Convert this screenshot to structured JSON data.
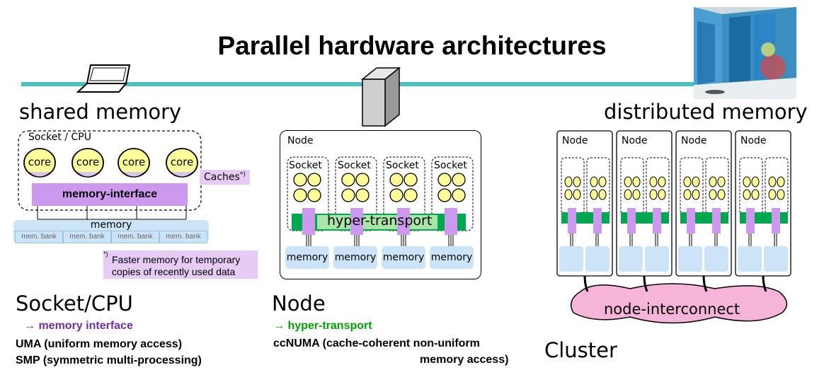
{
  "title": "Parallel hardware architectures",
  "shared": {
    "heading": "shared memory",
    "socket_label": "Socket / CPU",
    "core_label": "core",
    "memory_interface": "memory-interface",
    "caches": "Caches",
    "caches_mark": "*)",
    "memory": "memory",
    "bank": "mem. bank",
    "footnote_mark": "*)",
    "footnote_line1": "Faster memory for temporary",
    "footnote_line2": "copies of recently used data",
    "sub_heading": "Socket/CPU",
    "arrow_text": "→ memory interface",
    "uma": "UMA (uniform memory access)",
    "smp": "SMP (symmetric multi-processing)"
  },
  "node": {
    "node_label": "Node",
    "socket_label": "Socket",
    "hyper": "hyper-transport",
    "memory": "memory",
    "sub_heading": "Node",
    "arrow_text": "→ hyper-transport",
    "ccnuma_1": "ccNUMA (cache-coherent non-uniform",
    "ccnuma_2": "memory access)"
  },
  "distributed": {
    "heading": "distributed memory",
    "node_label": "Node",
    "interconnect": "node-interconnect",
    "sub_heading": "Cluster"
  },
  "colors": {
    "teal_rule": "#4dbfc1",
    "purple": "#7030a0",
    "lavender": "#cc99ee",
    "green": "#00a000",
    "bus_green": "#00a650",
    "mem_blue": "#cce4f7",
    "core_yellow": "#ffff99",
    "interconnect_pink": "#f7b4d9"
  }
}
